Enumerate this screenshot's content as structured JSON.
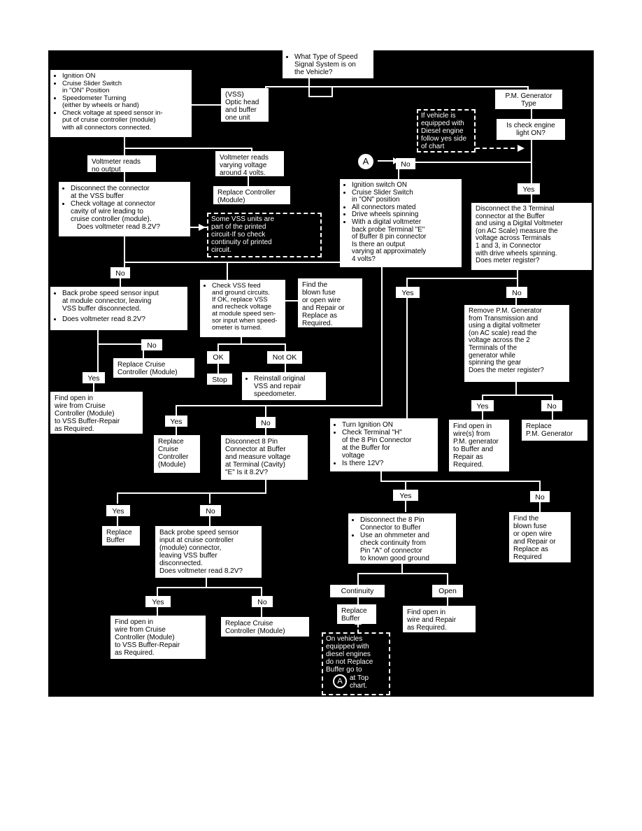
{
  "title_box": {
    "items": [
      "What Type of Speed\nSignal System is on\nthe Vehicle?"
    ]
  },
  "ignition_box": {
    "items": [
      "Ignition ON",
      "Cruise Slider Switch\nin \"ON\" Position",
      "Speedometer Turning\n(either by wheels or hand)",
      "Check voltage at speed sensor in-\nput of cruise controller (module)\nwith all connectors connected."
    ]
  },
  "vss_type": {
    "text": "(VSS)\nOptic head\nand buffer\none unit"
  },
  "pm_type": {
    "text": "P.M. Generator\nType"
  },
  "diesel_note": {
    "text": "If vehicle is\nequipped with\nDiesel engine\nfollow yes side\nof chart"
  },
  "check_engine": {
    "text": "Is check engine\nlight ON?"
  },
  "no_output": {
    "text": "Voltmeter reads\nno output"
  },
  "varying": {
    "text": "Voltmeter reads\nvarying voltage\naround 4 volts."
  },
  "replace_controller_1": {
    "text": "Replace Controller\n(Module)"
  },
  "disconnect_vss": {
    "items": [
      "Disconnect the connector\nat the VSS buffer",
      "Check voltage at connector\ncavity of wire leading to\ncruise controller (module)."
    ],
    "tail": "Does voltmeter read 8.2V?"
  },
  "printed_circuit": {
    "text": "Some VSS units are\npart of the printed\ncircuit-If so check\ncontinuity of printed\ncircuit."
  },
  "marker_a": "A",
  "pm_ignition": {
    "items": [
      "Ignition switch ON",
      "Cruise Slider Switch\nin \"ON\" position",
      "All connectors mated",
      "Drive wheels spinning",
      "With a digital voltmeter\nback probe Terminal \"E\"\nof Buffer 8 pin connector\nIs there an output\nvarying at approximately\n4 volts?"
    ]
  },
  "three_terminal": {
    "text": "Disconnect the 3 Terminal\nconnector at the Buffer\nand using a Digital Voltmeter\n(on AC Scale) measure the\nvoltage across Terminals\n1 and 3, in Connector\nwith drive wheels spinning.\nDoes meter register?"
  },
  "back_probe_1": {
    "items": [
      "Back probe speed sensor input\nat module connector, leaving\nVSS buffer disconnected.",
      "Does voltmeter read 8.2V?"
    ]
  },
  "check_feed": {
    "items": [
      "Check VSS feed\nand ground circuits.\nIf OK, replace VSS\nand recheck voltage\nat module speed sen-\nsor input when speed-\nometer is turned."
    ]
  },
  "blown_fuse_1": {
    "text": "Find the\nblown fuse\nor open wire\nand Repair or\nReplace as\nRequired."
  },
  "remove_pm": {
    "text": "Remove P.M. Generator\nfrom Transmission and\nusing a digital voltmeter\n(on AC scale) read the\nvoltage across the 2\nTerminals of the\ngenerator while\nspinning the gear\nDoes the meter register?"
  },
  "replace_cruise_1": {
    "text": "Replace Cruise\nController (Module)"
  },
  "reinstall": {
    "items": [
      "Reinstall original\nVSS and repair\nspeedometer."
    ]
  },
  "stop": {
    "text": "Stop"
  },
  "open_wire_1": {
    "text": "Find open in\nwire from Cruise\nController (Module)\nto VSS Buffer-Repair\nas Required."
  },
  "replace_cruise_2": {
    "text": "Replace\nCruise\nController\n(Module)"
  },
  "disconnect_8pin": {
    "text": "Disconnect 8 Pin\nConnector at Buffer\nand measure voltage\nat Terminal (Cavity)\n\"E\" Is it 8.2V?"
  },
  "terminal_h": {
    "items": [
      "Turn Ignition ON",
      "Check Terminal \"H\"\nof the 8 Pin Connector\nat the Buffer for\nvoltage",
      "Is there 12V?"
    ]
  },
  "open_pm": {
    "text": "Find open in\nwire(s) from\nP.M. generator\nto Buffer and\nRepair as\nRequired."
  },
  "replace_pm": {
    "text": "Replace\nP.M. Generator"
  },
  "replace_buffer_1": {
    "text": "Replace\nBuffer"
  },
  "back_probe_2": {
    "text": "Back probe speed sensor\ninput at cruise controller\n(module) connector,\nleaving VSS buffer\ndisconnected.\nDoes voltmeter read 8.2V?"
  },
  "ohmmeter": {
    "items": [
      "Disconnect the 8 Pin\nConnector to Buffer",
      "Use an ohmmeter and\ncheck continuity from\nPin \"A\" of connector\nto known good ground"
    ]
  },
  "blown_fuse_2": {
    "text": "Find the\nblown fuse\nor open wire\nand Repair or\nReplace as\nRequired"
  },
  "open_wire_2": {
    "text": "Find open in\nwire from Cruise\nController (Module)\nto VSS Buffer-Repair\nas Required."
  },
  "replace_cruise_3": {
    "text": "Replace Cruise\nController (Module)"
  },
  "replace_buffer_2": {
    "text": "Replace\nBuffer"
  },
  "find_open_repair": {
    "text": "Find open in\nwire and Repair\nas Required."
  },
  "diesel_note_2": {
    "lead": "On vehicles\nequipped with\ndiesel engines\ndo not Replace\nBuffer go to",
    "marker": "A",
    "tail": "at Top\nchart."
  },
  "labels": {
    "no": "No",
    "yes": "Yes",
    "ok": "OK",
    "not_ok": "Not OK",
    "continuity": "Continuity",
    "open": "Open"
  },
  "colors": {
    "background": "#000000",
    "box": "#ffffff",
    "text": "#000000"
  }
}
